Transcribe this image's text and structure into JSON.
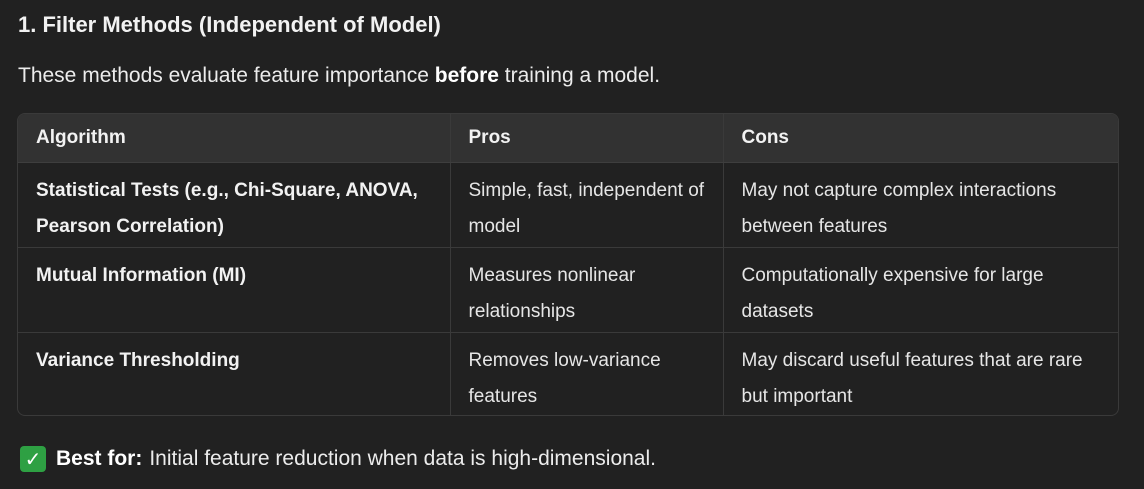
{
  "heading": "1. Filter Methods (Independent of Model)",
  "intro": {
    "before_text": "These methods evaluate feature importance ",
    "bold_text": "before",
    "after_text": " training a model."
  },
  "table": {
    "headers": [
      "Algorithm",
      "Pros",
      "Cons"
    ],
    "rows": [
      {
        "algorithm": "Statistical Tests (e.g., Chi-Square, ANOVA, Pearson Correlation)",
        "pros": "Simple, fast, independent of model",
        "cons": "May not capture complex interactions between features"
      },
      {
        "algorithm": "Mutual Information (MI)",
        "pros": "Measures nonlinear relationships",
        "cons": "Computationally expensive for large datasets"
      },
      {
        "algorithm": "Variance Thresholding",
        "pros": "Removes low-variance features",
        "cons": "May discard useful features that are rare but important"
      }
    ]
  },
  "footer": {
    "icon": "check-mark-icon",
    "icon_glyph": "✓",
    "icon_color": "#2ea043",
    "label": "Best for:",
    "text": "Initial feature reduction when data is high-dimensional."
  }
}
